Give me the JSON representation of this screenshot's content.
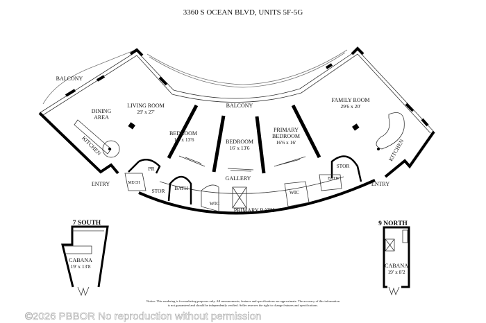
{
  "title": "3360 S OCEAN BLVD, UNITS 5F-5G",
  "rooms": {
    "balcony_left": "BALCONY",
    "dining": [
      "DINING",
      "AREA"
    ],
    "living": {
      "name": "LIVING ROOM",
      "size": "29' x 27'"
    },
    "balcony_center": "BALCONY",
    "bedroom1": {
      "name": "BEDROOM",
      "size": "16' x 13'6"
    },
    "bedroom2": {
      "name": "BEDROOM",
      "size": "16' x 13'6"
    },
    "primary_bedroom": {
      "name": [
        "PRIMARY",
        "BEDROOM"
      ],
      "size": "16'6 x 16'"
    },
    "family": {
      "name": "FAMILY ROOM",
      "size": "29'6 x 20'"
    },
    "kitchen_left": "KITCHEN",
    "kitchen_right": "KITCHEN",
    "pr": "PR",
    "mech": "MECH",
    "stor_left": "STOR",
    "bath_left": "BATH",
    "gallery": "GALLERY",
    "wic_left": "WIC",
    "primary_bath": "PRIMARY BATH",
    "wic_right": "WIC",
    "bath_right": "BATH",
    "stor_right": "STOR",
    "entry_left": "ENTRY",
    "entry_right": "ENTRY"
  },
  "cabana_south": {
    "heading": "7 SOUTH",
    "name": "CABANA",
    "size": "19' x 13'8"
  },
  "cabana_north": {
    "heading": "9 NORTH",
    "name": "CABANA",
    "size": "19' x 8'2"
  },
  "notice": [
    "Notice: This rendering is for marketing purposes only. All measurements, features and specifications are approximate. The accuracy of this information",
    "is not guaranteed and should be independently verified. Seller reserves the right to change features and specifications."
  ],
  "watermark": "©2026 PBBOR No reproduction without permission"
}
